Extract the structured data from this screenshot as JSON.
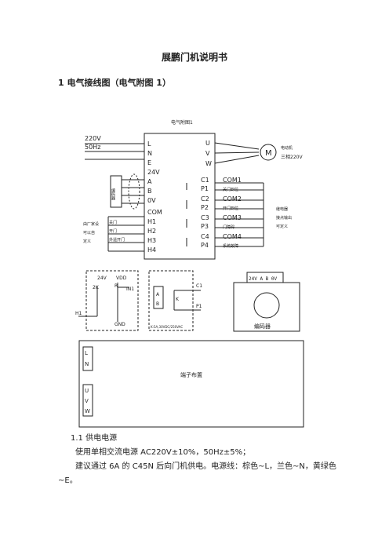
{
  "document": {
    "title": "展鹏门机说明书",
    "section_heading": "1  电气接线图（电气附图 1）",
    "subsection_heading": "1.1  供电电源",
    "paragraphs": [
      "使用单相交流电源 AC220V±10%，50Hz±5%；",
      "建议通过 6A 的 C45N 后向门机供电。电源线：棕色~L，兰色~N，黄绿色~E。"
    ]
  },
  "diagram": {
    "title": "电气附图1",
    "power_labels": [
      "220V",
      "50Hz"
    ],
    "left_terminals": [
      "L",
      "N",
      "E",
      "24V",
      "A",
      "B",
      "0V",
      "COM",
      "H1",
      "H2",
      "H3",
      "H4"
    ],
    "right_terminals_uvw": [
      "U",
      "V",
      "W"
    ],
    "right_terminals_relay": [
      "C1",
      "P1",
      "C2",
      "P2",
      "C3",
      "P3",
      "C4",
      "P4"
    ],
    "right_com_labels": [
      "COM1",
      "COM2",
      "COM3",
      "COM4"
    ],
    "relay_functions": [
      "关门到位",
      "开门到位",
      "门障碍",
      "系统故障"
    ],
    "motor_symbol": "M",
    "motor_label": [
      "电动机",
      "三相220V"
    ],
    "encoder_box_label": "编码器",
    "user_input_labels": [
      "关门",
      "开门",
      "外遥开门"
    ],
    "user_input_side": [
      "由厂家设",
      "可以自",
      "定义"
    ],
    "relay_side": [
      "继电器",
      "接点输出",
      "可定义"
    ],
    "input_circuit": {
      "v24": "24V",
      "vdd": "VDD",
      "r1": "2K",
      "r2": "R",
      "in": "IN1",
      "gnd": "GND",
      "h1": "H1"
    },
    "relay_circuit": {
      "a": "A",
      "b": "B",
      "k": "K",
      "c1": "C1",
      "p1": "P1",
      "rating": "K:5A,30VDC/250VAC"
    },
    "encoder_conn": {
      "header": "24V A B 0V",
      "label": "编码器"
    },
    "terminal_layout_label": "端子布置",
    "bottom_terminals_ln": [
      "L",
      "N"
    ],
    "bottom_terminals_uvw": [
      "U",
      "V",
      "W"
    ]
  }
}
